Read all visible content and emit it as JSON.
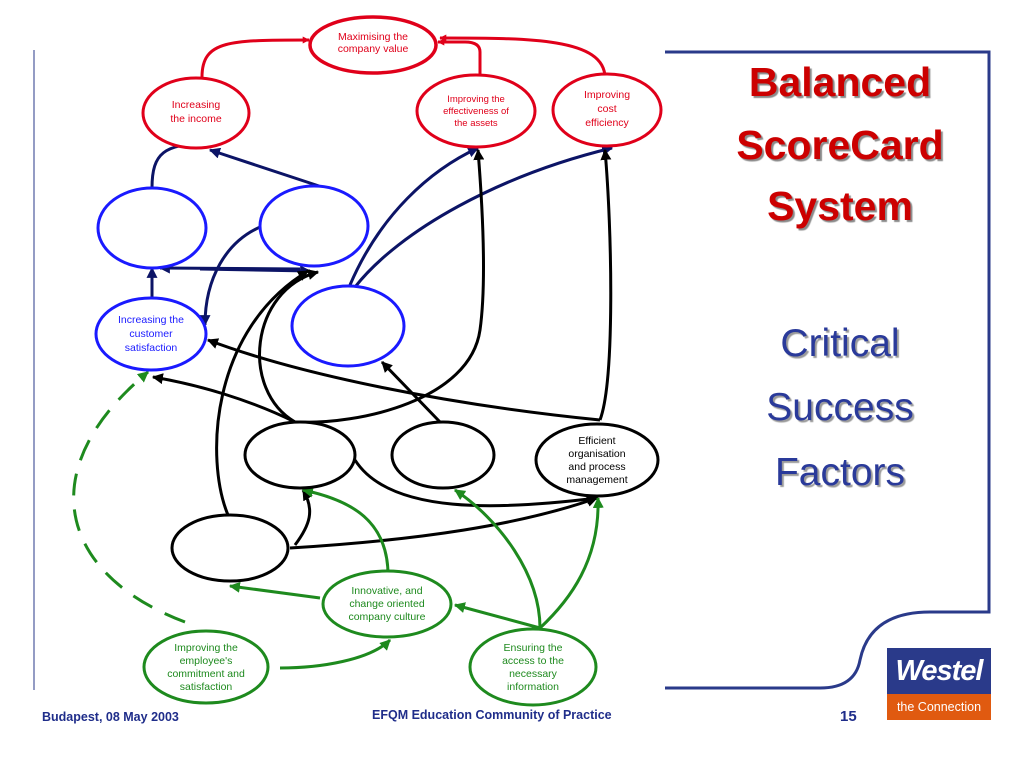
{
  "slide": {
    "title_lines": [
      "Balanced",
      "ScoreCard",
      "System"
    ],
    "subtitle_lines": [
      "Critical",
      "Success",
      "Factors"
    ],
    "footer": {
      "left": "Budapest, 08 May 2003",
      "center": "EFQM Education Community of Practice",
      "page_number": "15"
    },
    "logo": {
      "name": "Westel",
      "tagline": "the Connection"
    }
  },
  "colors": {
    "financial": "#e0001a",
    "customer": "#1a1aff",
    "learning": "#1e8a1e",
    "process": "#000000",
    "customer_arrow": "#0c1466",
    "title_red": "#cc0000",
    "subtitle_blue": "#2a3a9a",
    "frame_blue": "#2a3a8a",
    "logo_orange": "#e05a10"
  },
  "nodes": {
    "maximising": {
      "lines": [
        "Maximising the",
        "company value"
      ]
    },
    "income": {
      "lines": [
        "Increasing",
        "the income"
      ]
    },
    "assets": {
      "lines": [
        "Improving the",
        "effectiveness of",
        "the assets"
      ]
    },
    "cost": {
      "lines": [
        "Improving",
        "cost",
        "efficiency"
      ]
    },
    "customer_a": {
      "lines": []
    },
    "customer_b": {
      "lines": []
    },
    "satisfaction": {
      "lines": [
        "Increasing the",
        "customer",
        "satisfaction"
      ]
    },
    "customer_c": {
      "lines": []
    },
    "process_a": {
      "lines": []
    },
    "process_b": {
      "lines": []
    },
    "efficient": {
      "lines": [
        "Efficient",
        "organisation",
        "and process",
        "management"
      ]
    },
    "process_d": {
      "lines": []
    },
    "innovative": {
      "lines": [
        "Innovative, and",
        "change oriented",
        "company culture"
      ]
    },
    "commitment": {
      "lines": [
        "Improving the",
        "employee's",
        "commitment and",
        "satisfaction"
      ]
    },
    "access": {
      "lines": [
        "Ensuring the",
        "access to the",
        "necessary",
        "information"
      ]
    }
  }
}
